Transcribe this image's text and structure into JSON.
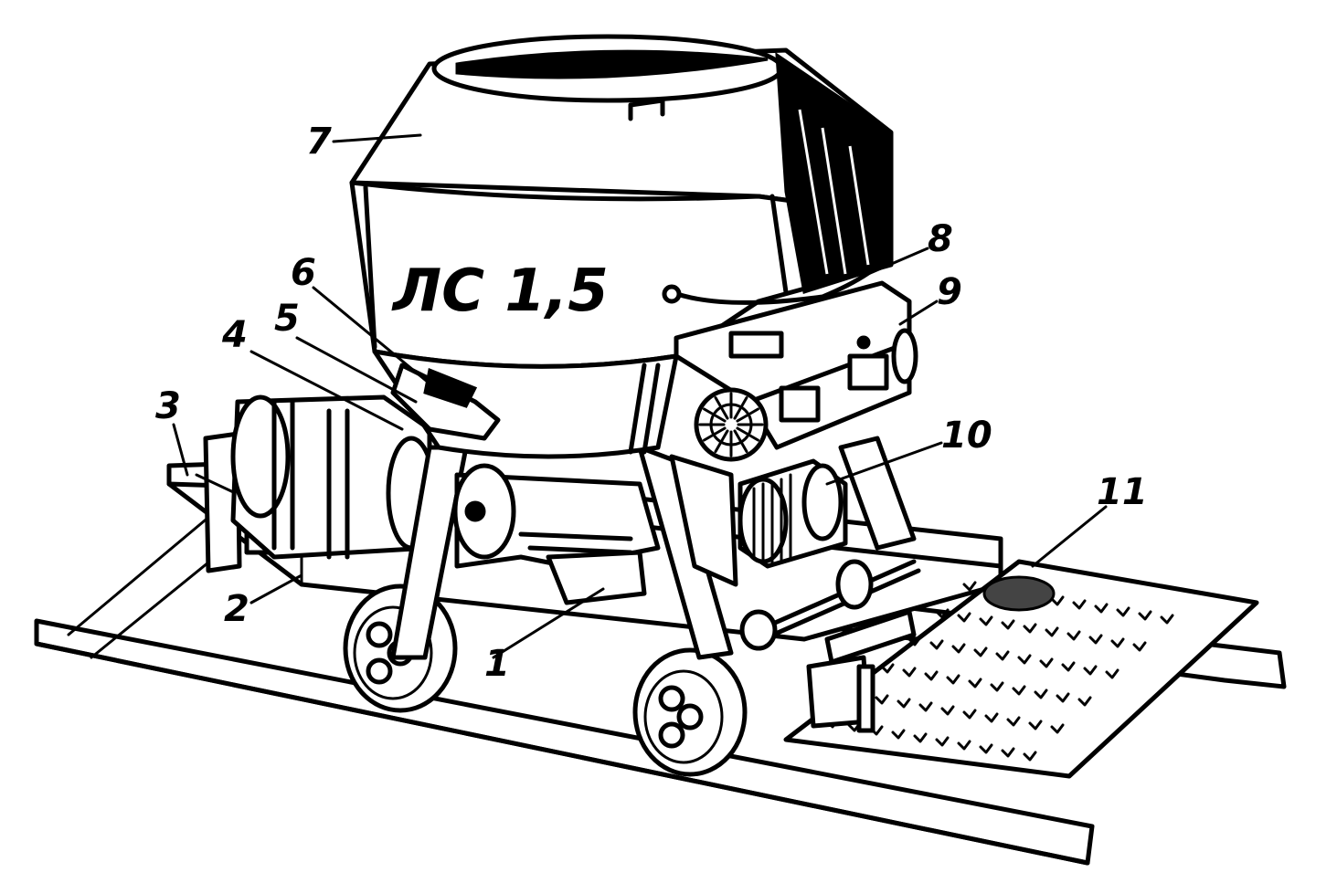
{
  "drum_marking": "ЛС 1,5",
  "callouts": [
    {
      "id": "1",
      "label": "1"
    },
    {
      "id": "2",
      "label": "2"
    },
    {
      "id": "3",
      "label": "3"
    },
    {
      "id": "4",
      "label": "4"
    },
    {
      "id": "5",
      "label": "5"
    },
    {
      "id": "6",
      "label": "6"
    },
    {
      "id": "7",
      "label": "7"
    },
    {
      "id": "8",
      "label": "8"
    },
    {
      "id": "9",
      "label": "9"
    },
    {
      "id": "10",
      "label": "10"
    },
    {
      "id": "11",
      "label": "11"
    }
  ]
}
